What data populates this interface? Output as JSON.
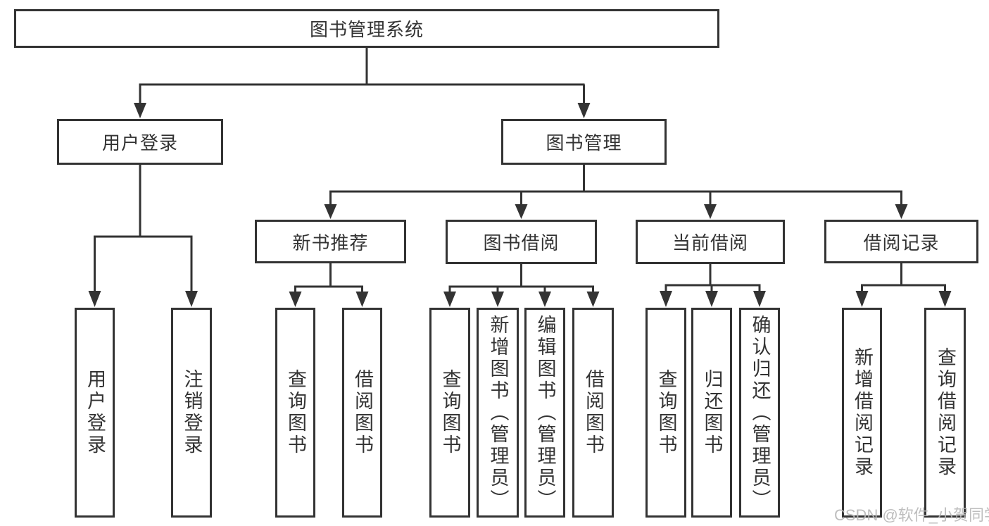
{
  "tree": {
    "label": "图书管理系统",
    "children": [
      {
        "label": "用户登录",
        "children": [
          {
            "label": "用户登录"
          },
          {
            "label": "注销登录"
          }
        ]
      },
      {
        "label": "图书管理",
        "children": [
          {
            "label": "新书推荐",
            "children": [
              {
                "label": "查询图书"
              },
              {
                "label": "借阅图书"
              }
            ]
          },
          {
            "label": "图书借阅",
            "children": [
              {
                "label": "查询图书"
              },
              {
                "label": "新增图书（管理员）"
              },
              {
                "label": "编辑图书（管理员）"
              },
              {
                "label": "借阅图书"
              }
            ]
          },
          {
            "label": "当前借阅",
            "children": [
              {
                "label": "查询图书"
              },
              {
                "label": "归还图书"
              },
              {
                "label": "确认归还（管理员）"
              }
            ]
          },
          {
            "label": "借阅记录",
            "children": [
              {
                "label": "新增借阅记录"
              },
              {
                "label": "查询借阅记录"
              }
            ]
          }
        ]
      }
    ]
  },
  "watermark": {
    "text": "CSDN @软件_小贺同学"
  },
  "colors": {
    "line": "#333333",
    "text": "#333333",
    "box_background": "#ffffff",
    "watermark": "#b7b7b7",
    "background": "#ffffff"
  }
}
